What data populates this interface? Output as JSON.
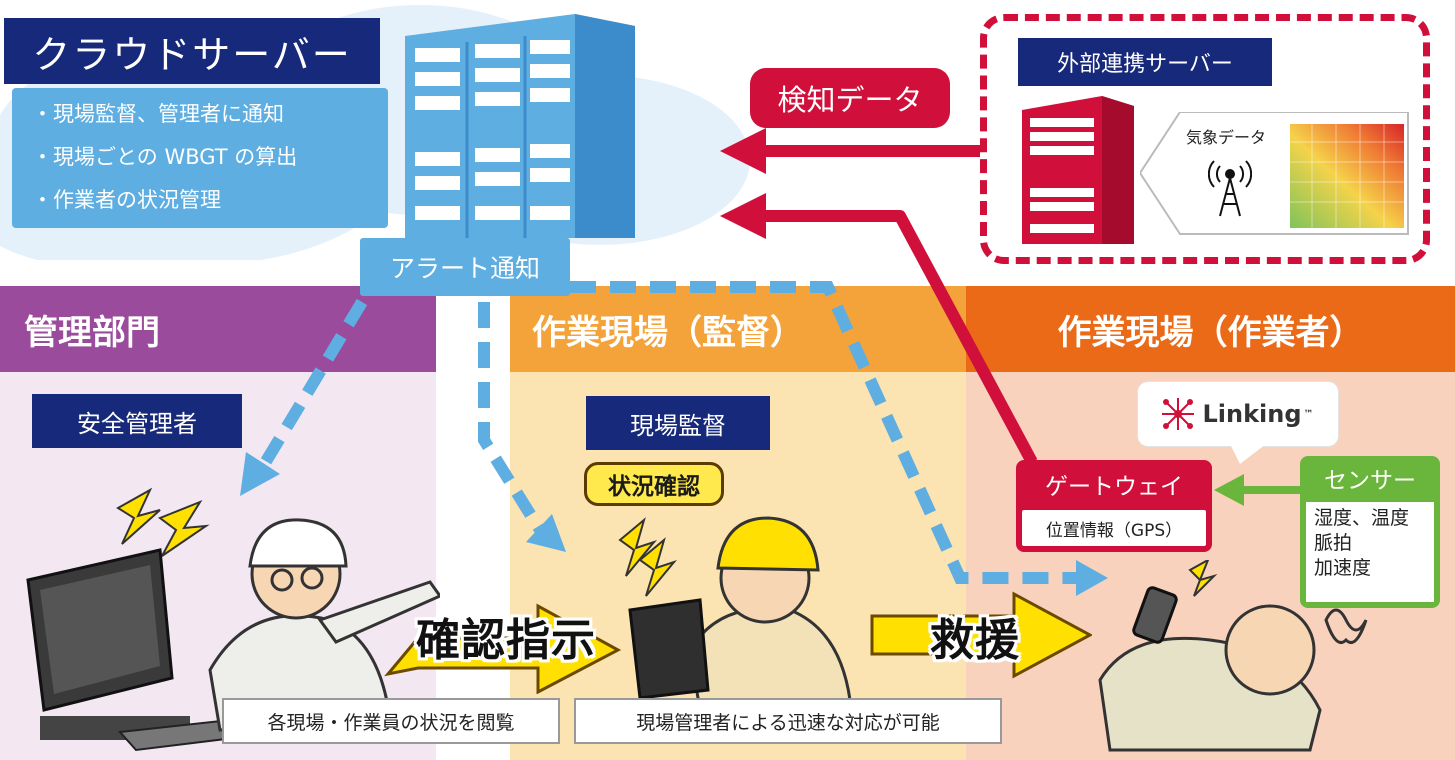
{
  "cloud": {
    "title": "クラウドサーバー",
    "items": [
      "・現場監督、管理者に通知",
      "・現場ごとの WBGT の算出",
      "・作業者の状況管理"
    ]
  },
  "alert_label": "アラート通知",
  "detection_label": "検知データ",
  "external": {
    "title": "外部連携サーバー",
    "weather_label": "気象データ"
  },
  "columns": {
    "management": {
      "title": "管理部門",
      "role": "安全管理者",
      "color": "#9b4b9b"
    },
    "supervisor": {
      "title": "作業現場（監督）",
      "role": "現場監督",
      "color": "#f3a33a"
    },
    "worker": {
      "title": "作業現場（作業者）",
      "color": "#ea6a17"
    }
  },
  "status_check": "状況確認",
  "instruction": "確認指示",
  "rescue": "救援",
  "gateway": {
    "title": "ゲートウェイ",
    "detail": "位置情報（GPS）"
  },
  "sensor": {
    "title": "センサー",
    "lines": [
      "湿度、温度",
      "脈拍",
      "加速度"
    ]
  },
  "linking": {
    "brand": "Linking",
    "tm": "™"
  },
  "captions": {
    "management": "各現場・作業員の状況を閲覧",
    "supervisor": "現場管理者による迅速な対応が可能"
  },
  "colors": {
    "navy": "#17297a",
    "sky": "#5eaee2",
    "red": "#d0103a",
    "green": "#6ab63d",
    "yellow": "#ffe000"
  }
}
